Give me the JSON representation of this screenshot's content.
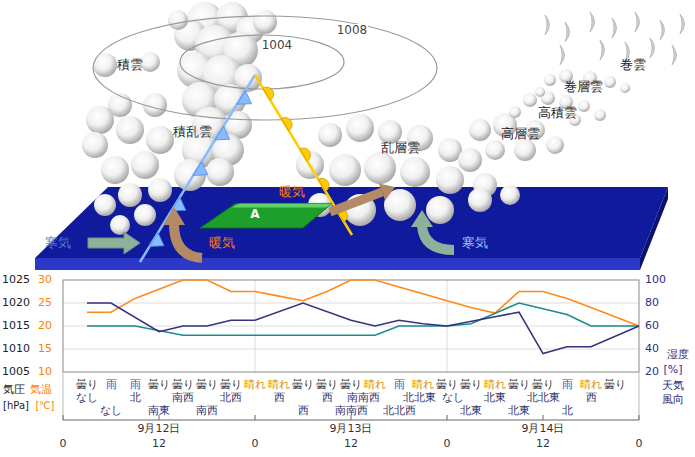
{
  "diagram": {
    "nodes": [
      {
        "text": [
          "A"
        ]
      }
    ],
    "labels": [
      "1008",
      "1004",
      "積雲",
      "積乱雲",
      "乱層雲",
      "巻雲",
      "巻層雲",
      "高積雲",
      "高層雲",
      "暖気",
      "暖気",
      "寒気",
      "寒気",
      "1025",
      "1020",
      "1015",
      "1010",
      "1005",
      "30",
      "25",
      "20",
      "15",
      "10",
      "100",
      "80",
      "60",
      "40",
      "20",
      "気圧",
      "気温",
      "[hPa]",
      "[℃]",
      "湿度",
      "[%]",
      "天気",
      "風向",
      "曇り",
      "雨",
      "雨",
      "曇り",
      "曇り",
      "曇り",
      "曇り",
      "晴れ",
      "晴れ",
      "曇り",
      "曇り",
      "曇り",
      "晴れ",
      "雨",
      "晴れ",
      "曇り",
      "曇り",
      "晴れ",
      "曇り",
      "曇り",
      "雨",
      "晴れ",
      "曇り",
      "なし",
      "北",
      "南西",
      "北西",
      "西",
      "西",
      "南南西",
      "北北東",
      "なし",
      "北東",
      "北北東",
      "西",
      "なし",
      "南東",
      "南西",
      "西",
      "南南西",
      "北北西",
      "北東",
      "北東",
      "北",
      "9月12日",
      "9月13日",
      "9月14日",
      "0",
      "12",
      "0",
      "12",
      "0",
      "12",
      "0"
    ]
  }
}
